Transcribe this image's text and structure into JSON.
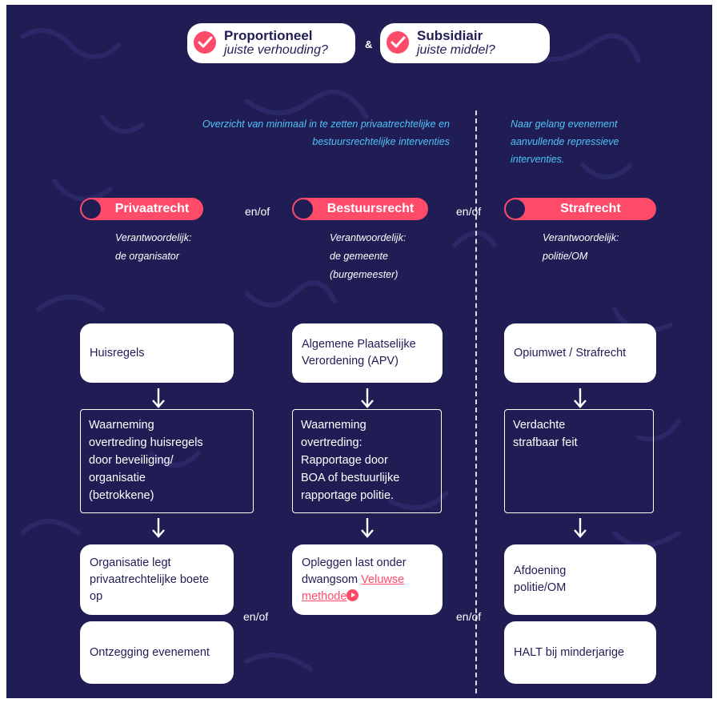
{
  "header": {
    "proportioneel": {
      "title": "Proportioneel",
      "subtitle": "juiste verhouding?"
    },
    "ampersand": "&",
    "subsidiair": {
      "title": "Subsidiair",
      "subtitle": "juiste middel?"
    }
  },
  "notes": {
    "left": [
      "Overzicht van minimaal in te zetten privaatrechtelijke en",
      "bestuursrechtelijke interventies"
    ],
    "right": [
      "Naar gelang evenement",
      "aanvullende repressieve",
      "interventies."
    ]
  },
  "connectors": {
    "enof": "en/of"
  },
  "columns": {
    "privaatrecht": {
      "label": "Privaatrecht",
      "responsible": [
        "Verantwoordelijk:",
        "de organisator"
      ],
      "box1": [
        "Huisregels"
      ],
      "box2": [
        "Waarneming",
        "overtreding huisregels",
        "door beveiliging/",
        "organisatie",
        "(betrokkene)"
      ],
      "box3": [
        "Organisatie legt",
        "privaatrechtelijke boete",
        "op"
      ],
      "box4": [
        "Ontzegging evenement"
      ]
    },
    "bestuursrecht": {
      "label": "Bestuursrecht",
      "responsible": [
        "Verantwoordelijk:",
        "de gemeente",
        "(burgemeester)"
      ],
      "box1": [
        "Algemene Plaatselijke",
        "Verordening (APV)"
      ],
      "box2": [
        "Waarneming",
        "overtreding:",
        "Rapportage door",
        "BOA of bestuurlijke",
        "rapportage politie."
      ],
      "box3_line1": "Opleggen last onder",
      "box3_line2": "dwangsom",
      "box3_link1": "Veluwse",
      "box3_link2": "methode"
    },
    "strafrecht": {
      "label": "Strafrecht",
      "responsible": [
        "Verantwoordelijk:",
        "politie/OM"
      ],
      "box1": [
        "Opiumwet / Strafrecht"
      ],
      "box2": [
        "Verdachte",
        "strafbaar feit"
      ],
      "box3": [
        "Afdoening",
        "politie/OM"
      ],
      "box4": [
        "HALT bij minderjarige"
      ]
    }
  },
  "colors": {
    "background": "#201d55",
    "accent": "#ff4b6a",
    "note": "#4fc3f7",
    "box": "#ffffff"
  }
}
